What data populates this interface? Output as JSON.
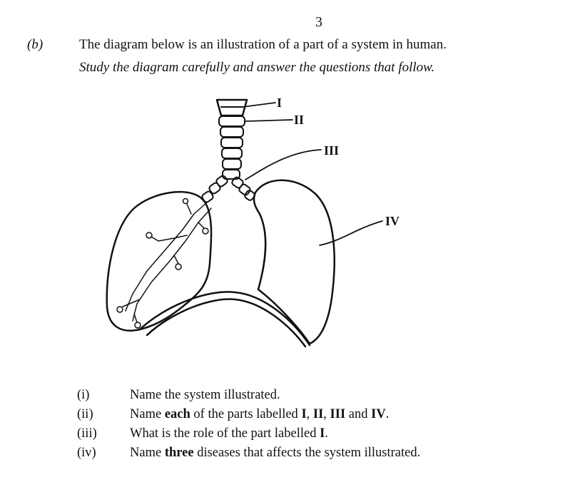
{
  "page_number": "3",
  "section_label": "(b)",
  "intro": {
    "line1": "The diagram below is an illustration of a part of a system in human.",
    "line2": "Study the diagram carefully and answer the questions that follow."
  },
  "diagram": {
    "labels": [
      "I",
      "II",
      "III",
      "IV"
    ]
  },
  "questions": [
    {
      "num": "(i)",
      "parts": [
        {
          "t": "Name the system illustrated.",
          "b": false
        }
      ]
    },
    {
      "num": "(ii)",
      "parts": [
        {
          "t": "Name ",
          "b": false
        },
        {
          "t": "each",
          "b": true
        },
        {
          "t": " of the parts labelled ",
          "b": false
        },
        {
          "t": "I",
          "b": true
        },
        {
          "t": ", ",
          "b": false
        },
        {
          "t": "II",
          "b": true
        },
        {
          "t": ", ",
          "b": false
        },
        {
          "t": "III",
          "b": true
        },
        {
          "t": " and ",
          "b": false
        },
        {
          "t": "IV",
          "b": true
        },
        {
          "t": ".",
          "b": false
        }
      ]
    },
    {
      "num": "(iii)",
      "parts": [
        {
          "t": "What is the role of the part labelled ",
          "b": false
        },
        {
          "t": "I",
          "b": true
        },
        {
          "t": ".",
          "b": false
        }
      ]
    },
    {
      "num": "(iv)",
      "parts": [
        {
          "t": "Name ",
          "b": false
        },
        {
          "t": "three",
          "b": true
        },
        {
          "t": " diseases that affects the system illustrated.",
          "b": false
        }
      ]
    }
  ]
}
